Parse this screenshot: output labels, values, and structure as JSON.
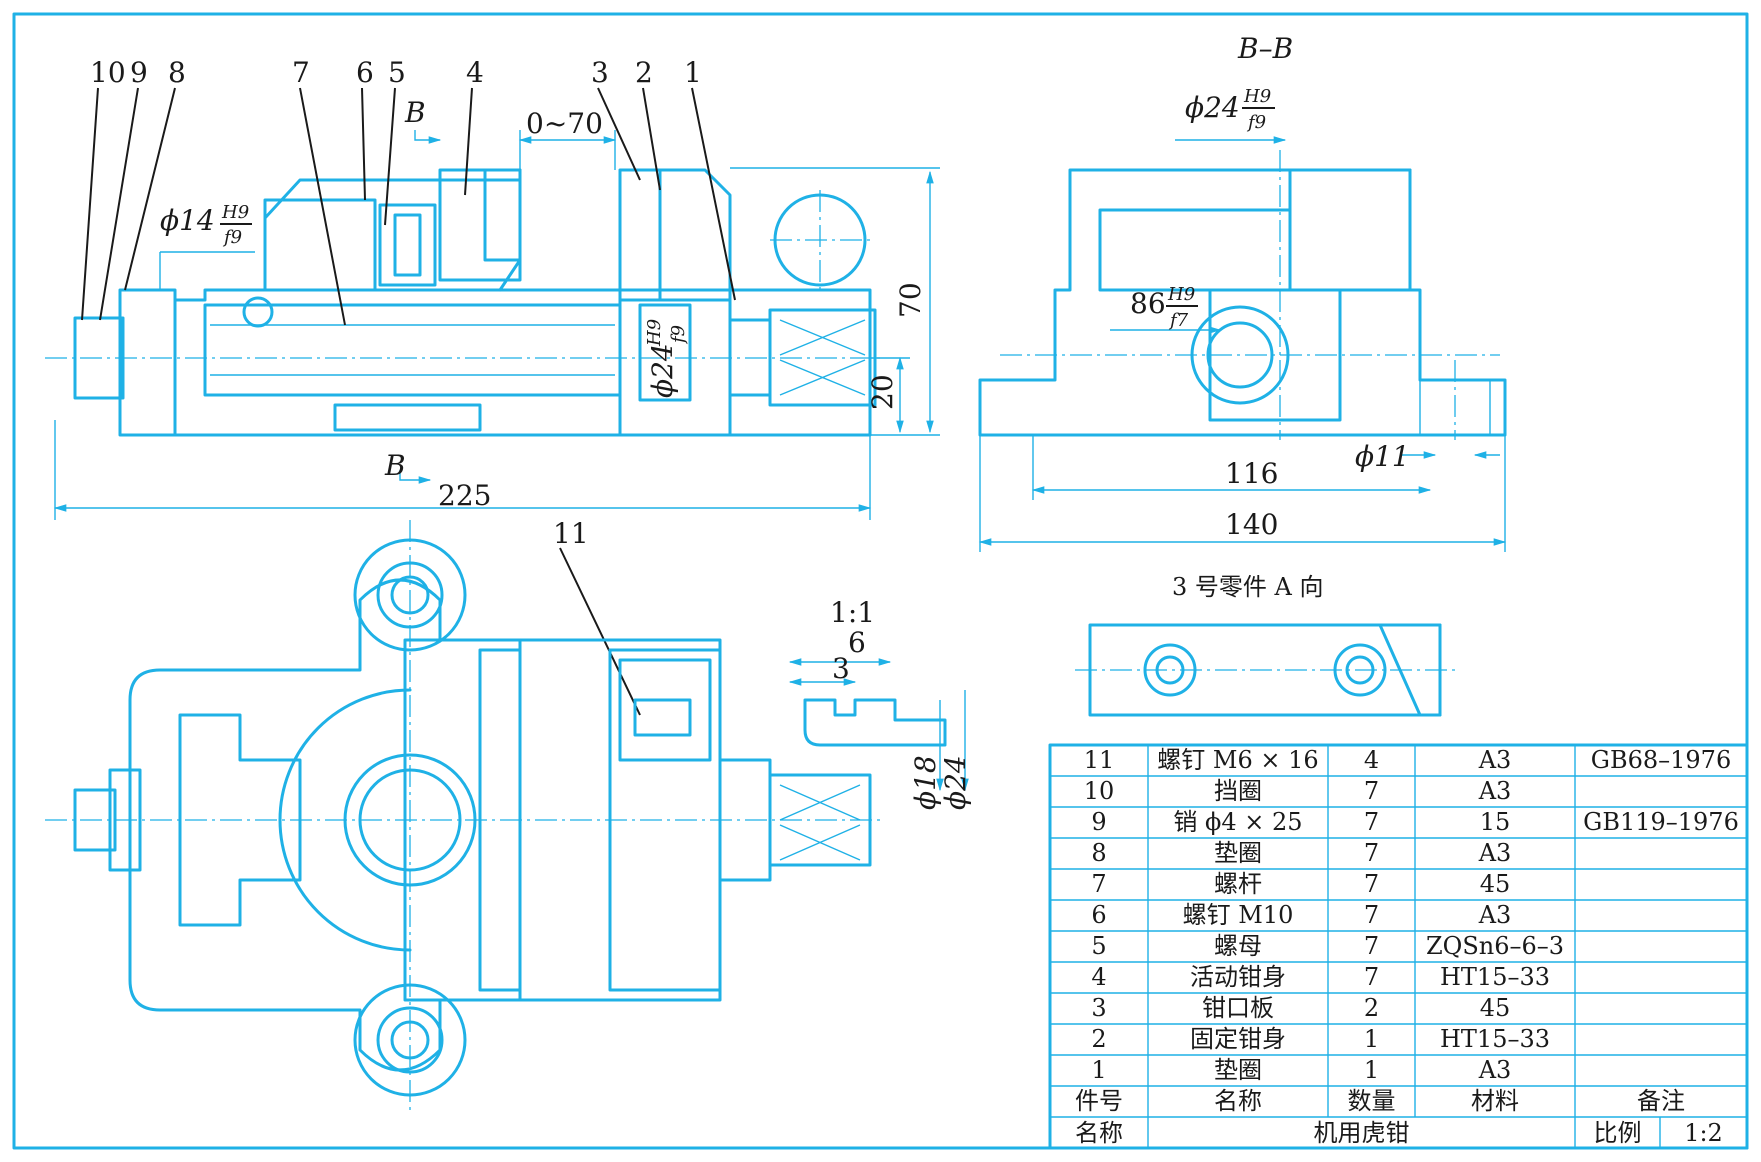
{
  "part_labels": [
    "10",
    "9",
    "8",
    "7",
    "6",
    "5",
    "4",
    "3",
    "2",
    "1",
    "11"
  ],
  "section_marks": {
    "b_top": "B",
    "b_bottom": "B",
    "section_title": "B–B"
  },
  "dimensions": {
    "jaw_open": "0~70",
    "d14": "ϕ14",
    "d14_fit_top": "H9",
    "d14_fit_bottom": "f9",
    "d24_main": "ϕ24",
    "d24_fit_top": "H9",
    "d24_fit_bottom": "f9",
    "height_70": "70",
    "height_20": "20",
    "length_225": "225",
    "d24_bb": "ϕ24",
    "d24_bb_fit_top": "H9",
    "d24_bb_fit_bottom": "f9",
    "w86": "86",
    "w86_fit_top": "H9",
    "w86_fit_bottom": "f7",
    "d11": "ϕ11",
    "w116": "116",
    "w140": "140",
    "scale_detail": "1:1",
    "w6": "6",
    "w3": "3",
    "d18": "ϕ18",
    "d24_detail": "ϕ24"
  },
  "view_a_title": "3 号零件 A 向",
  "bom": {
    "rows": [
      [
        "11",
        "螺钉 M6 × 16",
        "4",
        "A3",
        "GB68–1976"
      ],
      [
        "10",
        "挡圈",
        "7",
        "A3",
        ""
      ],
      [
        "9",
        "销 ϕ4 × 25",
        "7",
        "15",
        "GB119–1976"
      ],
      [
        "8",
        "垫圈",
        "7",
        "A3",
        ""
      ],
      [
        "7",
        "螺杆",
        "7",
        "45",
        ""
      ],
      [
        "6",
        "螺钉 M10",
        "7",
        "A3",
        ""
      ],
      [
        "5",
        "螺母",
        "7",
        "ZQSn6–6–3",
        ""
      ],
      [
        "4",
        "活动钳身",
        "7",
        "HT15–33",
        ""
      ],
      [
        "3",
        "钳口板",
        "2",
        "45",
        ""
      ],
      [
        "2",
        "固定钳身",
        "1",
        "HT15–33",
        ""
      ],
      [
        "1",
        "垫圈",
        "1",
        "A3",
        ""
      ]
    ],
    "header": [
      "件号",
      "名称",
      "数量",
      "材料",
      "备注"
    ],
    "footer": {
      "name_label": "名称",
      "name_value": "机用虎钳",
      "scale_label": "比例",
      "scale_value": "1:2"
    }
  },
  "colors": {
    "line": "#1fb1e6",
    "text": "#1a1a1a",
    "background": "#ffffff"
  }
}
